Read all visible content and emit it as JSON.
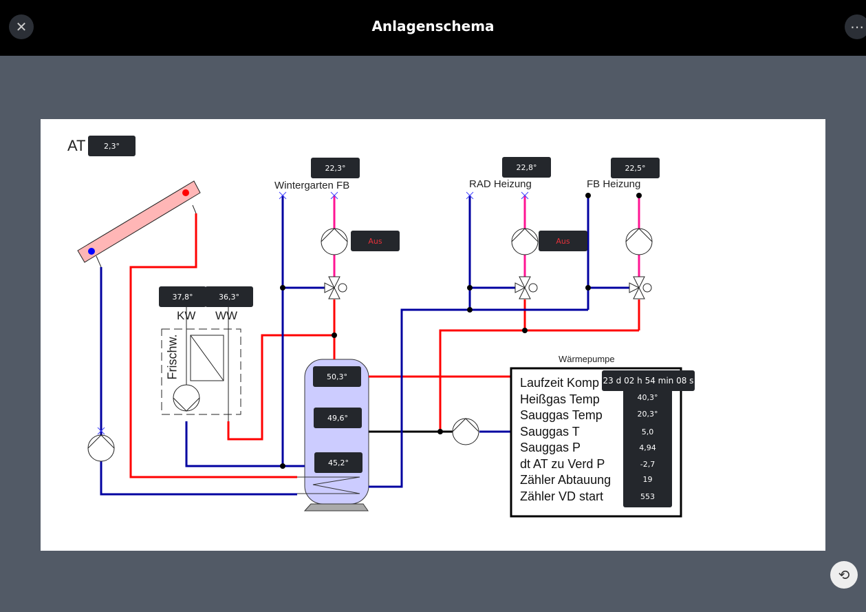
{
  "header": {
    "title": "Anlagenschema",
    "close_icon": "close-icon",
    "more_icon": "more-icon"
  },
  "diagram": {
    "at": {
      "label": "AT",
      "value": "2,3°"
    },
    "wintergarten": {
      "label": "Wintergarten FB",
      "temp": "22,3°",
      "pump": "Aus"
    },
    "rad": {
      "label": "RAD Heizung",
      "temp": "22,8°",
      "pump": "Aus"
    },
    "fb": {
      "label": "FB Heizung",
      "temp": "22,5°"
    },
    "frischwasser": {
      "label": "Frischw.",
      "kw_label": "KW",
      "ww_label": "WW",
      "kw": "37,8°",
      "ww": "36,3°"
    },
    "speicher": {
      "top": "50,3°",
      "mid": "49,6°",
      "bottom": "45,2°"
    },
    "waermepumpe": {
      "title": "Wärmepumpe",
      "rows": [
        {
          "label": "Laufzeit Komp",
          "value": "23 d 02 h 54 min 08 s"
        },
        {
          "label": "Heißgas Temp",
          "value": "40,3°"
        },
        {
          "label": "Sauggas Temp",
          "value": "20,3°"
        },
        {
          "label": "Sauggas T",
          "value": "5,0"
        },
        {
          "label": "Sauggas P",
          "value": "4,94"
        },
        {
          "label": "dt AT zu Verd P",
          "value": "-2,7"
        },
        {
          "label": "Zähler Abtauung",
          "value": "19"
        },
        {
          "label": "Zähler VD start",
          "value": "553"
        }
      ]
    }
  },
  "colors": {
    "supply": "#ff0000",
    "return": "#0000a0",
    "circuit": "#ff1493",
    "tank": "#ccccff",
    "badge": "#24272c",
    "off": "#e8313a"
  },
  "footer": {
    "reset_icon": "reset-icon"
  }
}
